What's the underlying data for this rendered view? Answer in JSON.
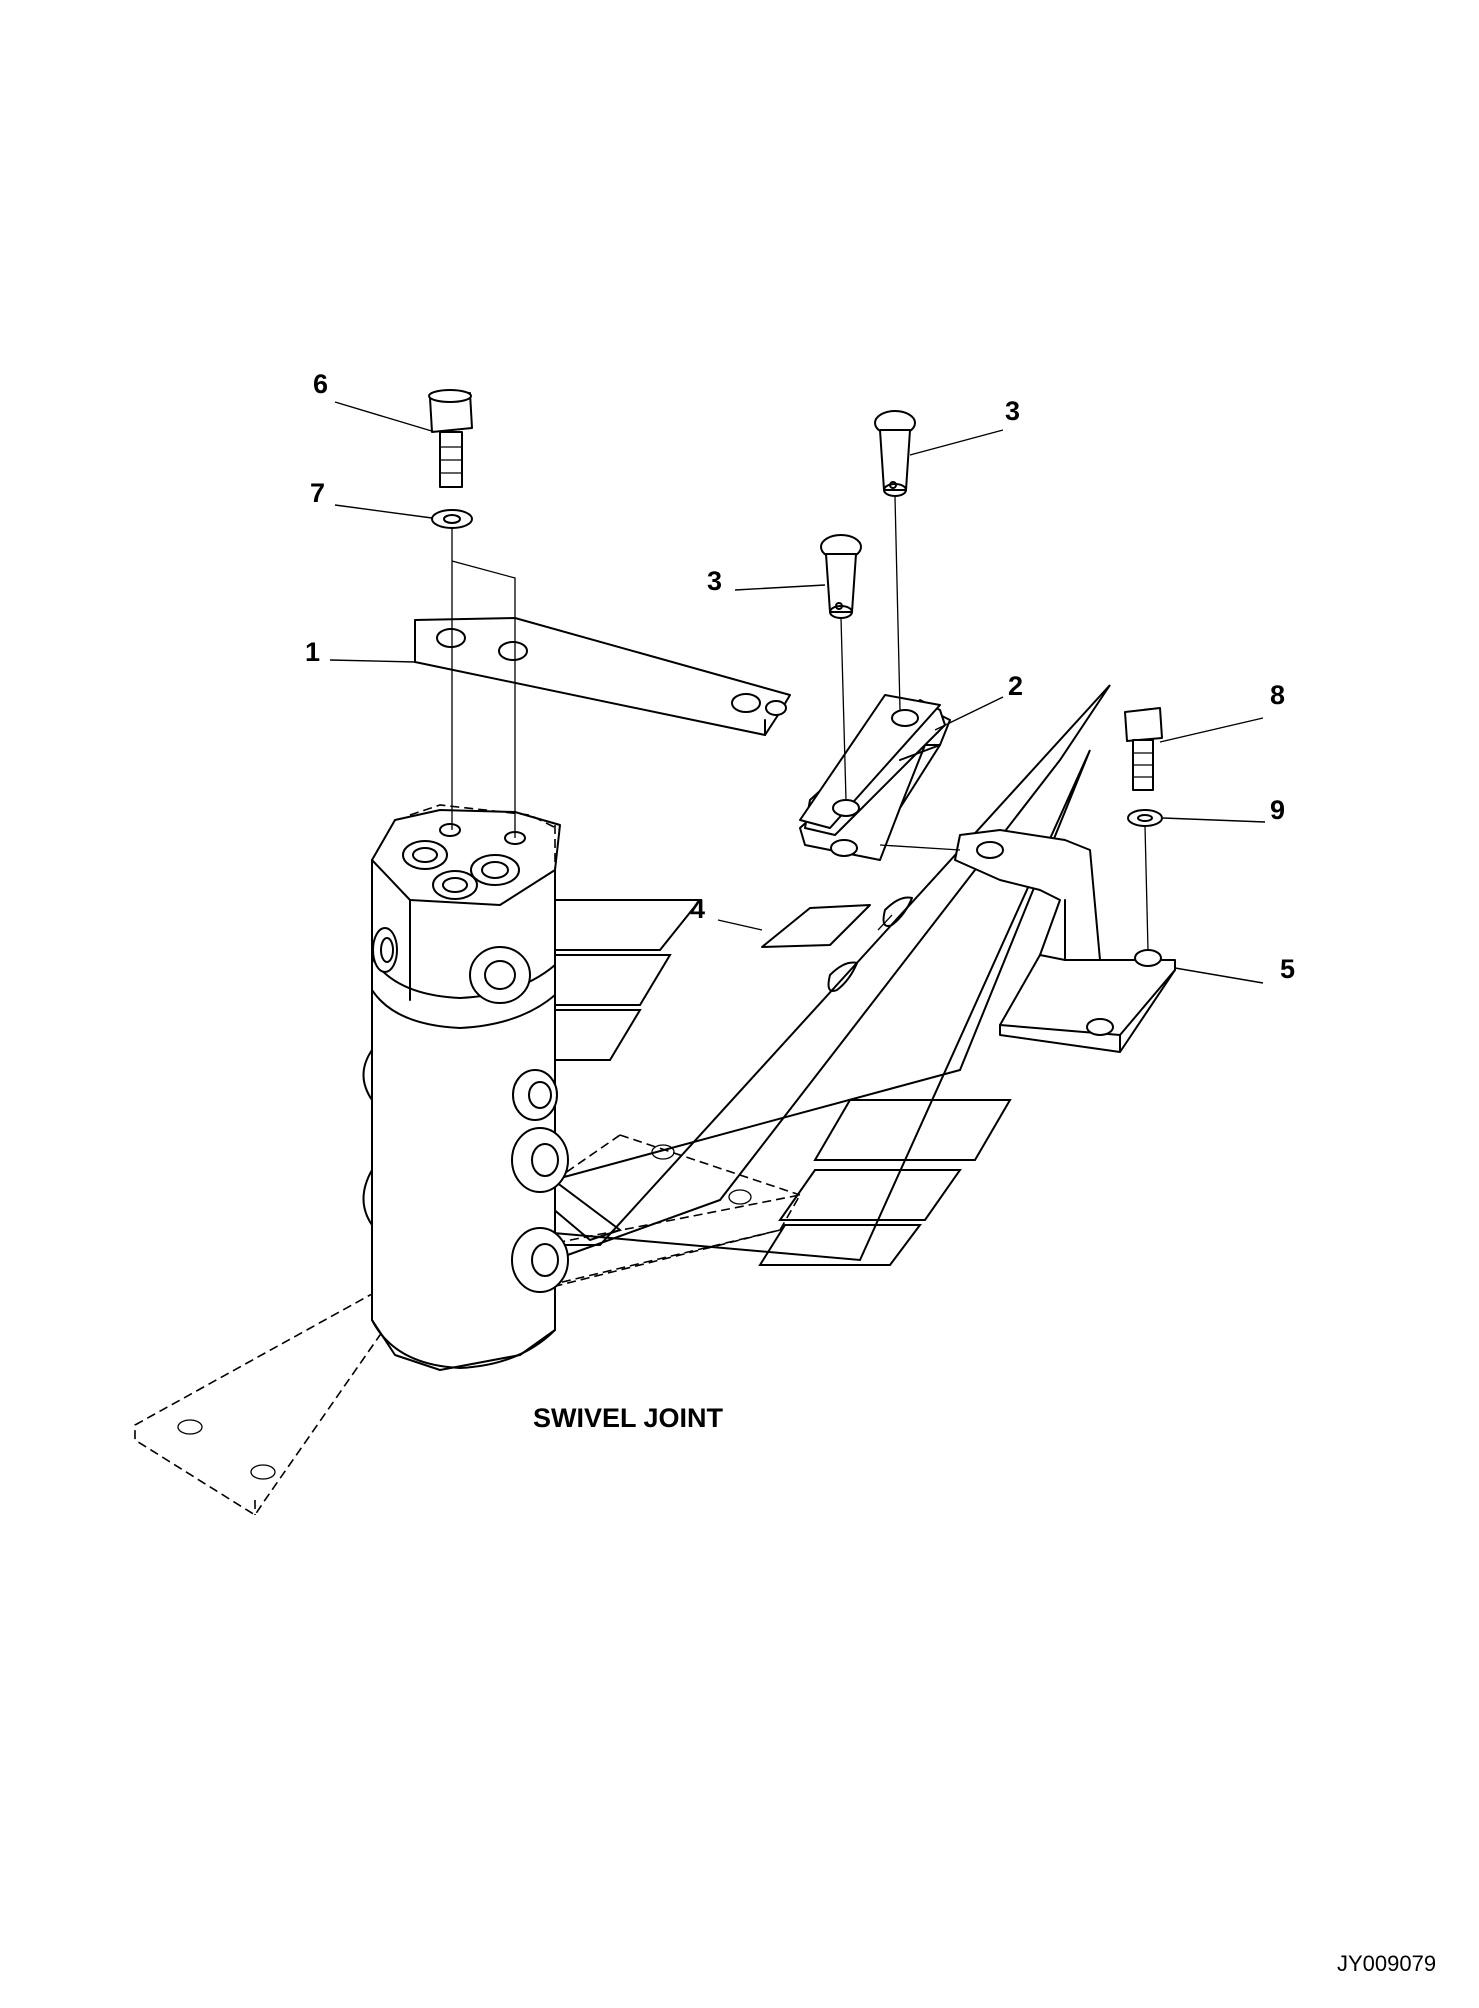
{
  "diagram": {
    "title": "SWIVEL JOINT",
    "document_id": "JY009079",
    "callouts": [
      {
        "id": "c6",
        "label": "6"
      },
      {
        "id": "c7",
        "label": "7"
      },
      {
        "id": "c1",
        "label": "1"
      },
      {
        "id": "c3a",
        "label": "3"
      },
      {
        "id": "c3b",
        "label": "3"
      },
      {
        "id": "c2",
        "label": "2"
      },
      {
        "id": "c8",
        "label": "8"
      },
      {
        "id": "c9",
        "label": "9"
      },
      {
        "id": "c4",
        "label": "4"
      },
      {
        "id": "c5",
        "label": "5"
      }
    ]
  }
}
